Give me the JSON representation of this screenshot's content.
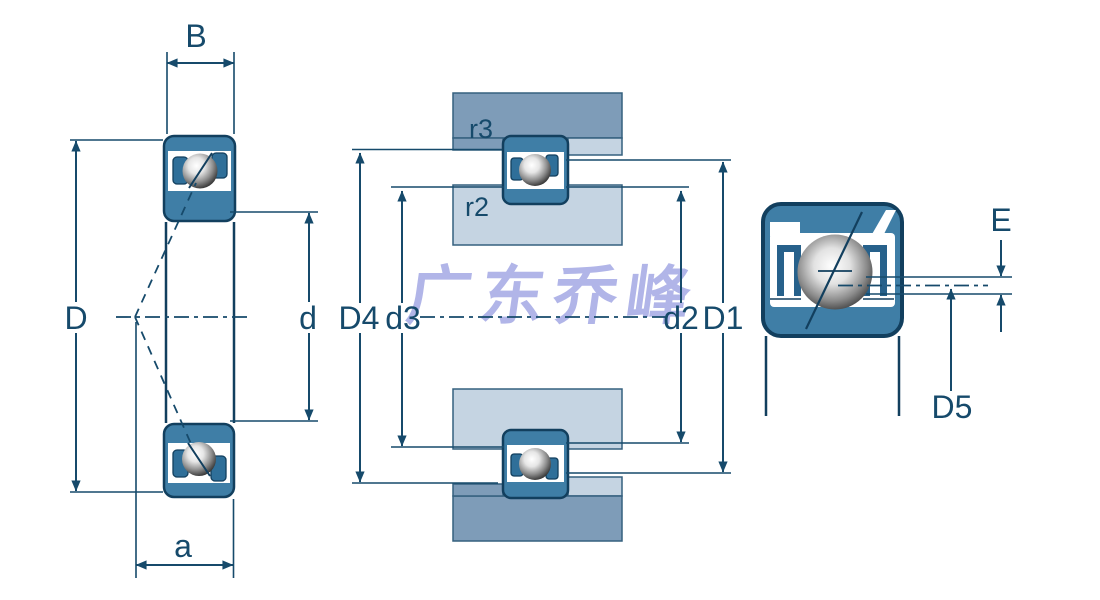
{
  "watermark": {
    "text": "广东乔峰",
    "color": "#b1b5e8"
  },
  "left_view": {
    "B": "B",
    "D": "D",
    "d": "d",
    "a": "a"
  },
  "mounting_view": {
    "r3": "r3",
    "r2": "r2",
    "D4": "D4",
    "d3": "d3",
    "d2": "d2",
    "D1": "D1"
  },
  "detail_view": {
    "E": "E",
    "D5": "D5"
  },
  "colors": {
    "line": "#164a6b",
    "bearing_fill": "#3f7ea6",
    "bearing_outline": "#123f5e",
    "housing_dark_block": "#7e9cb8",
    "shaft_light_block": "#c5d4e2",
    "watermark": "#b1b5e8",
    "background": "#ffffff"
  }
}
